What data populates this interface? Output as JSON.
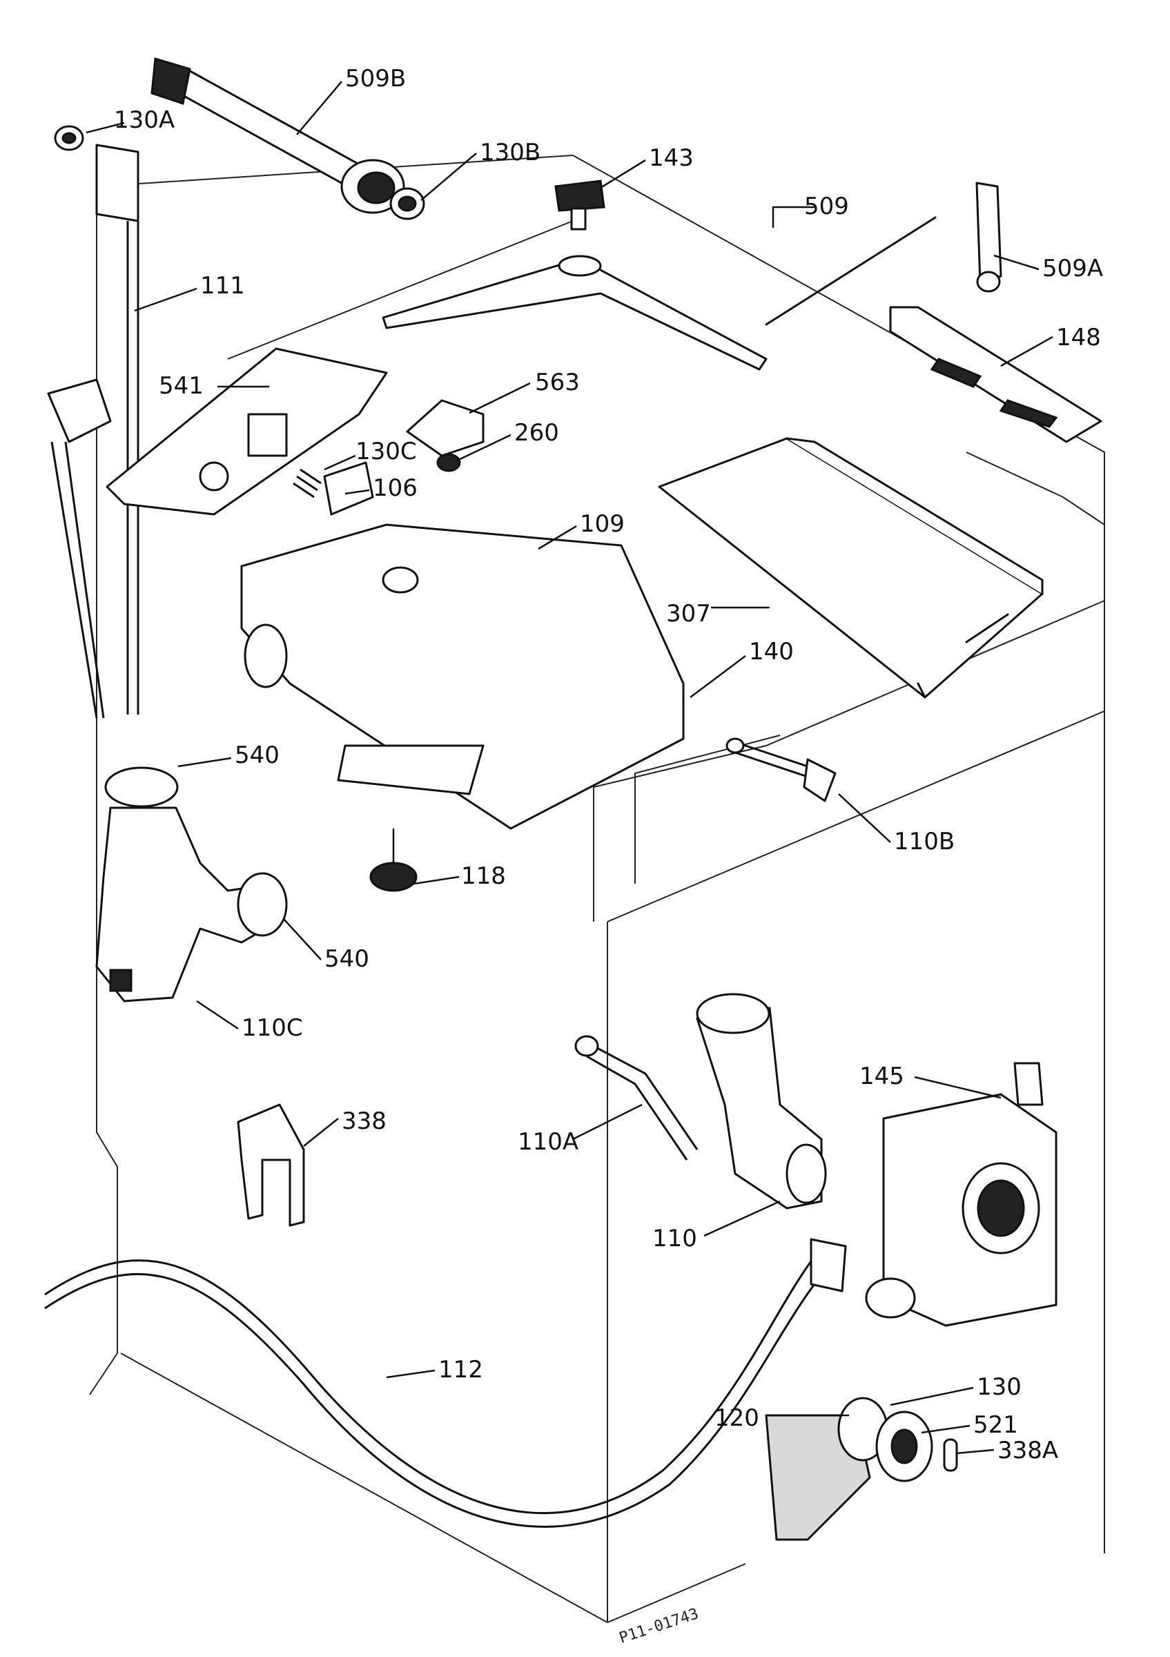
{
  "drawing_ref": "P11-01743",
  "parts": [
    {
      "id": "509b",
      "label": "509B"
    },
    {
      "id": "130a",
      "label": "130A"
    },
    {
      "id": "130b",
      "label": "130B"
    },
    {
      "id": "143",
      "label": "143"
    },
    {
      "id": "509",
      "label": "509"
    },
    {
      "id": "509a",
      "label": "509A"
    },
    {
      "id": "111",
      "label": "111"
    },
    {
      "id": "148",
      "label": "148"
    },
    {
      "id": "541",
      "label": "541"
    },
    {
      "id": "563",
      "label": "563"
    },
    {
      "id": "260",
      "label": "260"
    },
    {
      "id": "130c",
      "label": "130C"
    },
    {
      "id": "106",
      "label": "106"
    },
    {
      "id": "109",
      "label": "109"
    },
    {
      "id": "307",
      "label": "307"
    },
    {
      "id": "140",
      "label": "140"
    },
    {
      "id": "540-top",
      "label": "540"
    },
    {
      "id": "110b",
      "label": "110B"
    },
    {
      "id": "118",
      "label": "118"
    },
    {
      "id": "540-bottom",
      "label": "540"
    },
    {
      "id": "110c",
      "label": "110C"
    },
    {
      "id": "145",
      "label": "145"
    },
    {
      "id": "338",
      "label": "338"
    },
    {
      "id": "110a",
      "label": "110A"
    },
    {
      "id": "110",
      "label": "110"
    },
    {
      "id": "112",
      "label": "112"
    },
    {
      "id": "130",
      "label": "130"
    },
    {
      "id": "120",
      "label": "120"
    },
    {
      "id": "521",
      "label": "521"
    },
    {
      "id": "338a",
      "label": "338A"
    }
  ]
}
